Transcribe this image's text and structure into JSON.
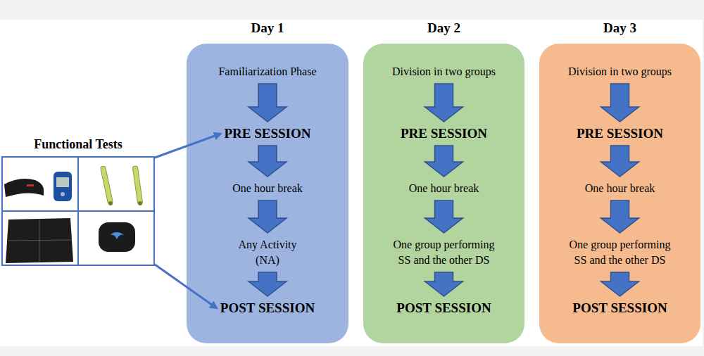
{
  "diagram": {
    "nodes": [
      {
        "text": [
          "Functional Tests"
        ]
      },
      {
        "text": [
          "Day 1"
        ]
      },
      {
        "text": [
          "Familiarization Phase"
        ],
        "in": 1
      },
      {
        "text": [
          "PRE SESSION"
        ],
        "in": 1
      },
      {
        "text": [
          "One hour break"
        ],
        "in": 1
      },
      {
        "text": [
          "Any Activity (NA)"
        ],
        "in": 1
      },
      {
        "text": [
          "POST SESSION"
        ],
        "in": 1
      },
      {
        "text": [
          "Day 2"
        ]
      },
      {
        "text": [
          "Division in two groups"
        ],
        "in": 7
      },
      {
        "text": [
          "PRE SESSION"
        ],
        "in": 7
      },
      {
        "text": [
          "One hour break"
        ],
        "in": 7
      },
      {
        "text": [
          "One group performing SS and the other DS"
        ],
        "in": 7
      },
      {
        "text": [
          "POST SESSION"
        ],
        "in": 7
      },
      {
        "text": [
          "Day 3"
        ]
      },
      {
        "text": [
          "Division in two groups"
        ],
        "in": 13
      },
      {
        "text": [
          "PRE SESSION"
        ],
        "in": 13
      },
      {
        "text": [
          "One hour break"
        ],
        "in": 13
      },
      {
        "text": [
          "One group performing SS and the other DS"
        ],
        "in": 13
      },
      {
        "text": [
          "POST SESSION"
        ],
        "in": 13
      }
    ],
    "edges": [
      {
        "from": 0,
        "to": 3,
        "arrow": "to"
      },
      {
        "from": 0,
        "to": 6,
        "arrow": "to"
      },
      {
        "from": 2,
        "to": 3,
        "arrow": "to"
      },
      {
        "from": 3,
        "to": 4,
        "arrow": "to"
      },
      {
        "from": 4,
        "to": 5,
        "arrow": "to"
      },
      {
        "from": 5,
        "to": 6,
        "arrow": "to"
      },
      {
        "from": 8,
        "to": 9,
        "arrow": "to"
      },
      {
        "from": 9,
        "to": 10,
        "arrow": "to"
      },
      {
        "from": 10,
        "to": 11,
        "arrow": "to"
      },
      {
        "from": 11,
        "to": 12,
        "arrow": "to"
      },
      {
        "from": 14,
        "to": 15,
        "arrow": "to"
      },
      {
        "from": 15,
        "to": 16,
        "arrow": "to"
      },
      {
        "from": 16,
        "to": 17,
        "arrow": "to"
      },
      {
        "from": 17,
        "to": 18,
        "arrow": "to"
      }
    ]
  }
}
